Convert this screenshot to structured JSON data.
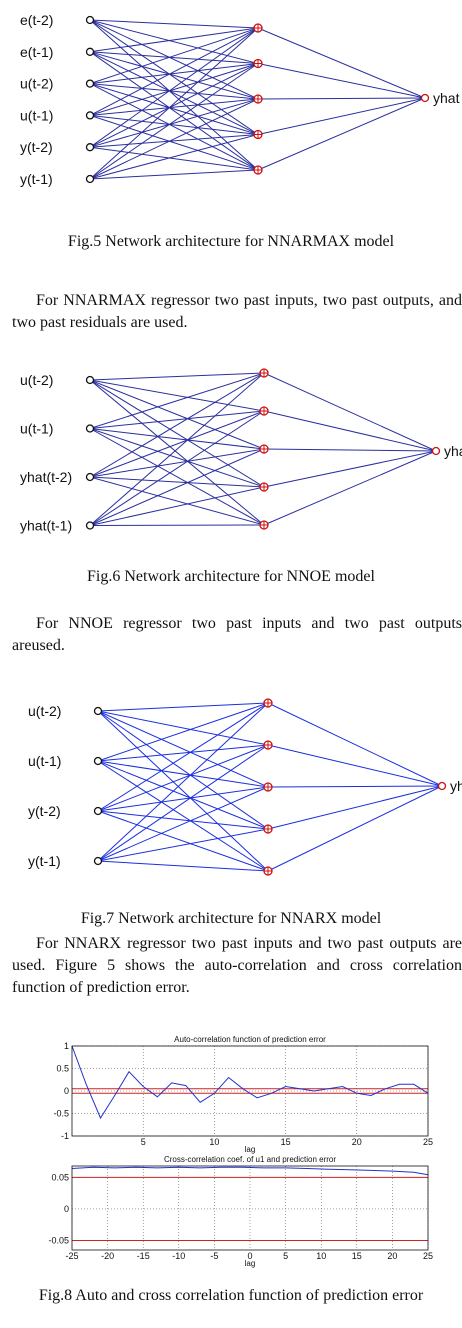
{
  "fig5": {
    "inputs": [
      "e(t-2)",
      "e(t-1)",
      "u(t-2)",
      "u(t-1)",
      "y(t-2)",
      "y(t-1)"
    ],
    "output": "yhat",
    "color": "#2a2f9e",
    "caption": "Fig.5 Network architecture for NNARMAX model"
  },
  "para1": "For NNARMAX regressor two past inputs, two past outputs, and two past residuals are used.",
  "fig6": {
    "inputs": [
      "u(t-2)",
      "u(t-1)",
      "yhat(t-2)",
      "yhat(t-1)"
    ],
    "output": "yha",
    "color": "#2a2f9e",
    "caption": "Fig.6 Network architecture for NNOE model"
  },
  "para2": "For NNOE regressor two past inputs and two past outputs areused.",
  "fig7": {
    "inputs": [
      "u(t-2)",
      "u(t-1)",
      "y(t-2)",
      "y(t-1)"
    ],
    "output": "yh",
    "color": "#1a2ee0",
    "caption": "Fig.7 Network architecture for NNARX model"
  },
  "para3": "For NNARX regressor two past inputs and two past outputs are used. Figure 5 shows the auto-correlation and cross correlation function of prediction error.",
  "chart_data": [
    {
      "type": "line",
      "title": "Auto-correlation function of prediction error",
      "xlabel": "lag",
      "ylabel": "",
      "xlim": [
        0,
        25
      ],
      "ylim": [
        -1,
        1
      ],
      "xticks": [
        "5",
        "10",
        "15",
        "20",
        "25"
      ],
      "yticks": [
        "1",
        "0.5",
        "0",
        "-0.5",
        "-1"
      ],
      "grid": true,
      "confidence_band": [
        -0.05,
        0.05
      ],
      "series": [
        {
          "x": [
            0,
            1,
            2,
            3,
            4,
            5,
            6,
            7,
            8,
            9,
            10,
            11,
            12,
            13,
            14,
            15,
            16,
            17,
            18,
            19,
            20,
            21,
            22,
            23,
            24,
            25
          ],
          "y": [
            1,
            0.15,
            -0.6,
            -0.1,
            0.43,
            0.1,
            -0.13,
            0.18,
            0.12,
            -0.25,
            -0.05,
            0.3,
            0.05,
            -0.15,
            -0.05,
            0.1,
            0.05,
            0,
            0.05,
            0.1,
            -0.05,
            -0.1,
            0.05,
            0.15,
            0.15,
            -0.05
          ]
        }
      ]
    },
    {
      "type": "line",
      "title": "Cross-correlation coef. of u1 and prediction error",
      "xlabel": "lag",
      "ylabel": "",
      "xlim": [
        -25,
        25
      ],
      "ylim": [
        -0.065,
        0.068
      ],
      "xticks": [
        "-25",
        "-20",
        "-15",
        "-10",
        "-5",
        "0",
        "5",
        "10",
        "15",
        "20",
        "25"
      ],
      "yticks": [
        "0.05",
        "0",
        "-0.05"
      ],
      "grid": true,
      "confidence_band": [
        -0.05,
        0.05
      ],
      "series": [
        {
          "x": [
            -25,
            -22,
            -19,
            -16,
            -13,
            -10,
            -7,
            -4,
            -1,
            2,
            5,
            8,
            11,
            14,
            17,
            20,
            23,
            25
          ],
          "y": [
            0.064,
            0.066,
            0.065,
            0.066,
            0.065,
            0.066,
            0.065,
            0.066,
            0.066,
            0.065,
            0.065,
            0.064,
            0.063,
            0.062,
            0.061,
            0.06,
            0.058,
            0.054
          ]
        }
      ]
    }
  ],
  "fig8": {
    "caption": "Fig.8 Auto and cross correlation function of prediction error"
  },
  "colors": {
    "network": "#2a2f9e",
    "network_bright": "#1a2ee0",
    "node_red": "#cc1111",
    "axis": "#111111",
    "trace": "#2233cc",
    "band": "#cc2222"
  }
}
